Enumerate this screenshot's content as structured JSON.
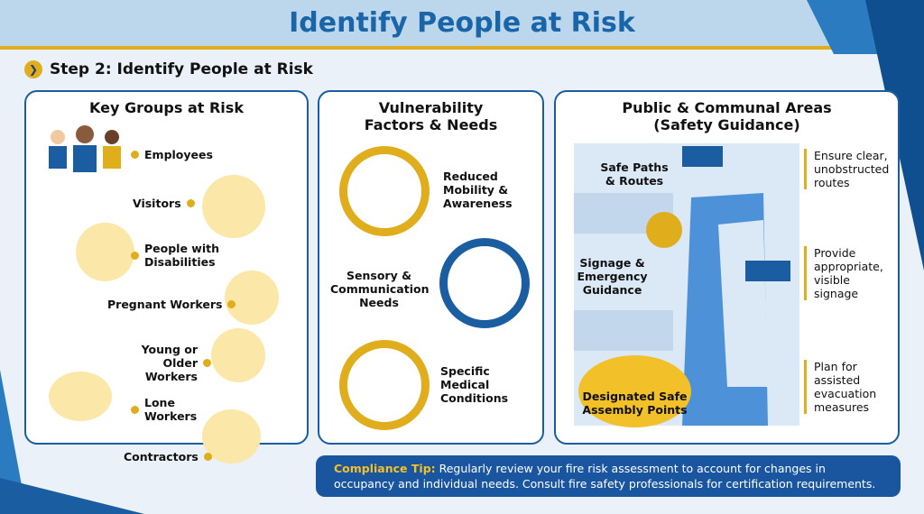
{
  "header": {
    "title": "Identify People at Risk"
  },
  "step": {
    "label": "Step 2: Identify People at Risk",
    "icon": "chevron-right-icon"
  },
  "panel1": {
    "title": "Key Groups at Risk",
    "items": [
      "Employees",
      "Visitors",
      "People with Disabilities",
      "Pregnant Workers",
      "Young or Older Workers",
      "Lone Workers",
      "Contractors"
    ]
  },
  "panel2": {
    "title": "Vulnerability Factors & Needs",
    "factors": [
      "Reduced Mobility & Awareness",
      "Sensory & Communication Needs",
      "Specific Medical Conditions"
    ]
  },
  "panel3": {
    "title": "Public & Communal Areas (Safety Guidance)",
    "labels": {
      "paths": "Safe Paths & Routes",
      "signage": "Signage & Emergency Guidance",
      "assembly": "Designated Safe Assembly Points"
    },
    "notes": [
      "Ensure clear, unobstructed routes",
      "Provide appropriate, visible signage",
      "Plan for assisted evacuation measures"
    ]
  },
  "tip": {
    "label": "Compliance Tip:",
    "text": " Regularly review your fire risk assessment to account for changes in occupancy and individual needs. Consult fire safety professionals for certification requirements."
  },
  "colors": {
    "blue": "#1a5da0",
    "gold": "#e0ad1c",
    "header": "#bcd6ec"
  }
}
